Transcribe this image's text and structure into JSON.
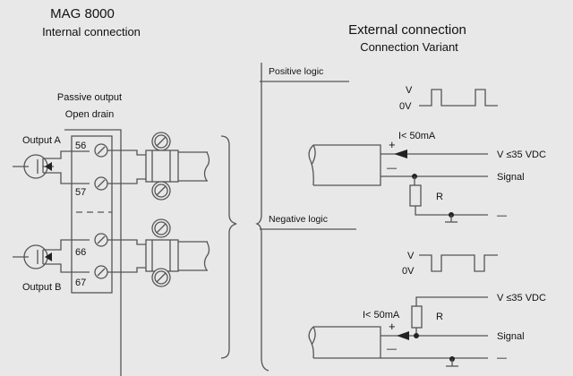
{
  "internal": {
    "title": "MAG 8000",
    "subtitle": "Internal connection",
    "passive_output": "Passive output",
    "open_drain": "Open drain",
    "output_a": "Output A",
    "output_b": "Output  B",
    "terminals": [
      "56",
      "57",
      "66",
      "67"
    ]
  },
  "external": {
    "title": "External connection",
    "subtitle": "Connection Variant",
    "positive": {
      "label": "Positive logic",
      "v": "V",
      "zero_v": "0V",
      "current": "I< 50mA",
      "plus": "+",
      "minus": "—",
      "supply": "V  ≤35 VDC",
      "signal": "Signal",
      "r": "R",
      "neg": "—"
    },
    "negative": {
      "label": "Negative logic",
      "v": "V",
      "zero_v": "0V",
      "current": "I< 50mA",
      "plus": "+",
      "minus": "—",
      "supply": "V  ≤35 VDC",
      "signal": "Signal",
      "r": "R",
      "neg": "—"
    }
  },
  "colors": {
    "background": "#e8e8e8",
    "line": "#555555"
  }
}
